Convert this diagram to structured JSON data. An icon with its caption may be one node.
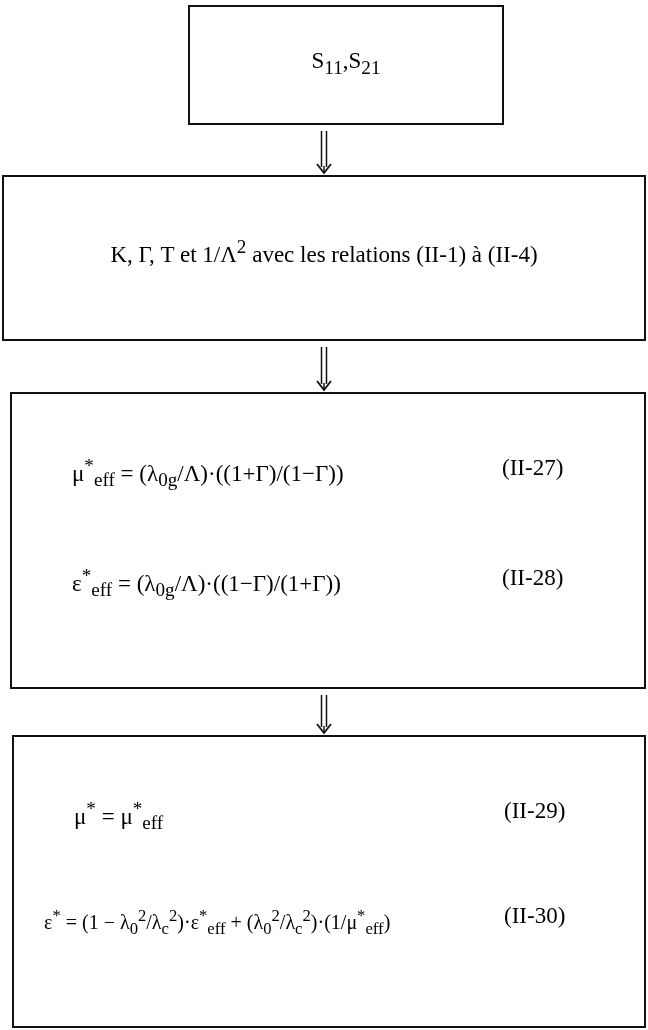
{
  "diagram": {
    "nodes": [
      {
        "text": [
          "S$_{11}$,S$_{21}$"
        ]
      },
      {
        "text": [
          "K, Γ, T et 1/Λ$^{2}$ avec les relations (II-1) à (II-4)"
        ]
      },
      {
        "text": [
          "μ$^{*}$$_{eff}$ = (λ$_{0g}$/Λ)·((1+Γ)/(1−Γ))",
          "(II-27)",
          "ε$^{*}$$_{eff}$ = (λ$_{0g}$/Λ)·((1−Γ)/(1+Γ))",
          "(II-28)"
        ]
      },
      {
        "text": [
          "μ$^{*}$ = μ$^{*}$$_{eff}$",
          "(II-29)",
          "ε$^{*}$ = (1 − λ$_{0}$$^{2}$/λ$_{c}$$^{2}$)·ε$^{*}$$_{eff}$ + (λ$_{0}$$^{2}$/λ$_{c}$$^{2}$)·(1/μ$^{*}$$_{eff}$)",
          "(II-30)"
        ]
      }
    ],
    "edges": [
      {
        "from": 0,
        "to": 1,
        "arrow": "to"
      },
      {
        "from": 1,
        "to": 2,
        "arrow": "to"
      },
      {
        "from": 2,
        "to": 3,
        "arrow": "to"
      }
    ]
  }
}
